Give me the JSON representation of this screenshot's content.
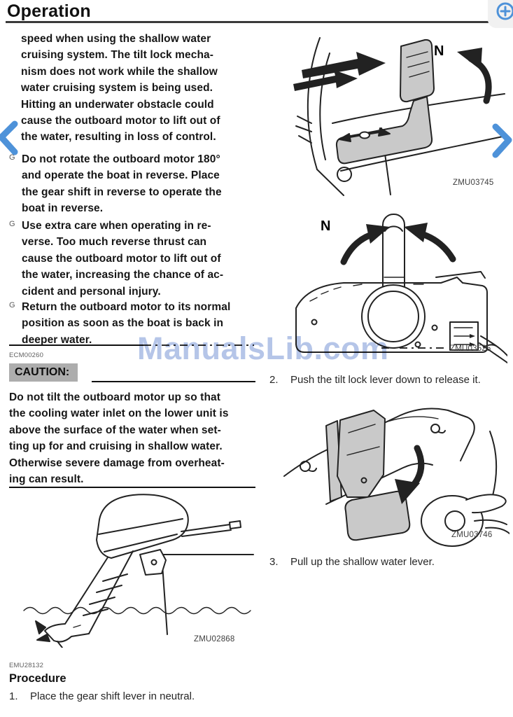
{
  "page": {
    "title": "Operation"
  },
  "viewer": {
    "zoom_icon": "zoom-in",
    "prev_icon": "chevron-left",
    "next_icon": "chevron-right",
    "accent_blue": "#4e92d9"
  },
  "watermark": {
    "text": "ManualsLib.com",
    "color": "#b5c5e8"
  },
  "left_column": {
    "intro": "speed when using the shallow water\ncruising system. The tilt lock mecha-\nnism does not work while the shallow\nwater cruising system is being used.\nHitting an underwater obstacle could\ncause the outboard motor to lift out of\nthe water, resulting in loss of control.",
    "bullets": [
      {
        "marker": "G",
        "text": "Do not rotate the outboard motor 180°\nand operate the boat in reverse. Place\nthe gear shift in reverse to operate the\nboat in reverse."
      },
      {
        "marker": "G",
        "text": "Use extra care when operating in re-\nverse. Too much reverse thrust can\ncause the outboard motor to lift out of\nthe water, increasing the chance of ac-\ncident and personal injury."
      },
      {
        "marker": "G",
        "text": "Return the outboard motor to its normal\nposition as soon as the boat is back in\ndeeper water."
      }
    ],
    "ecm_code": "ECM00260",
    "caution_label": "CAUTION:",
    "caution_text": "Do not tilt the outboard motor up so that\nthe cooling water inlet on the lower unit is\nabove the surface of the water when set-\nting up for and cruising in shallow water.\nOtherwise severe damage from overheat-\ning can result.",
    "figure_label": "ZMU02868",
    "emu_code": "EMU28132",
    "procedure_heading": "Procedure",
    "step1": {
      "num": "1.",
      "text": "Place the gear shift lever in neutral."
    }
  },
  "right_column": {
    "fig1": {
      "annotation": "N",
      "label": "ZMU03745"
    },
    "fig2": {
      "annotation": "N",
      "label": "ZMU03525"
    },
    "step2": {
      "num": "2.",
      "text": "Push the tilt lock lever down to release it."
    },
    "fig3": {
      "label": "ZMU03746"
    },
    "step3": {
      "num": "3.",
      "text": "Pull up the shallow water lever."
    }
  },
  "colors": {
    "caution_gray": "#adadad",
    "text": "#1a1a1a",
    "rule": "#111111"
  }
}
